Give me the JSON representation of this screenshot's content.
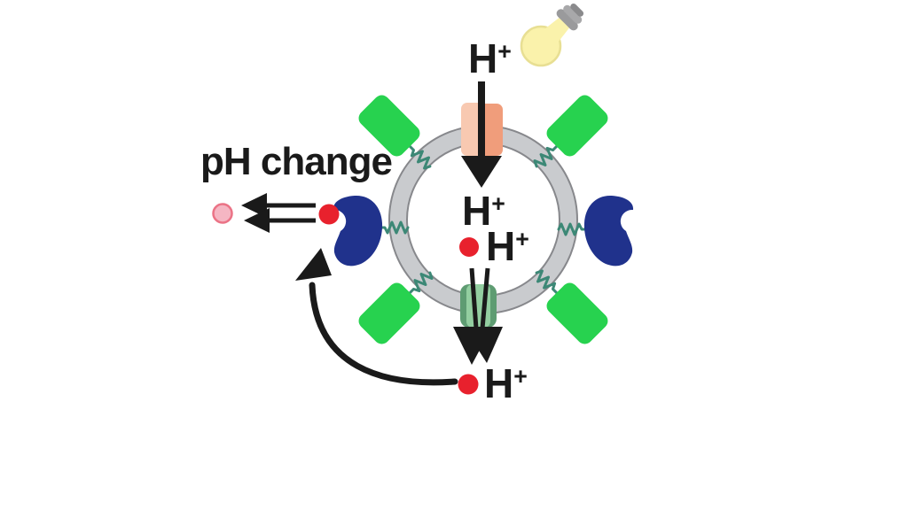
{
  "background": "#ffffff",
  "title": {
    "text": "pH change"
  },
  "labels": {
    "proton_top": {
      "base": "H",
      "sup": "+"
    },
    "proton_inner_top": {
      "base": "H",
      "sup": "+"
    },
    "proton_inner_center": {
      "base": "H",
      "sup": "+"
    },
    "proton_released": {
      "base": "H",
      "sup": "+"
    }
  },
  "icons": {
    "light_bulb": "light-bulb-icon",
    "vesicle_ring": "vesicle-membrane-ring",
    "anchor_spring": "membrane-anchor-spring",
    "green_block": "anchored-green-block",
    "navy_protein": "navy-protein-blob",
    "top_channel": "salmon-membrane-channel",
    "bottom_channel": "green-membrane-channel",
    "red_dot": "proton-red-dot",
    "pink_dot": "faded-pink-dot",
    "down_arrow": "proton-influx-arrow",
    "double_down_arrow": "proton-efflux-double-arrow",
    "left_double_arrow": "reaction-double-arrow",
    "curved_arrow": "feedback-curved-arrow"
  },
  "colors": {
    "black": "#1a1a1a",
    "membrane_fill": "#c9cbce",
    "membrane_outline": "#87888c",
    "cargo_green": "#27d24f",
    "spring_teal": "#3c8876",
    "protein_navy": "#20328c",
    "proton_red": "#e8212d",
    "pink_fill": "#f5b6c3",
    "pink_stroke": "#eb7386",
    "channel_salmon_light": "#f8c9b1",
    "channel_salmon_dark": "#f09d7b",
    "pump_green_light": "#93cea0",
    "pump_green_dark": "#5e9c72",
    "bulb_yellow": "#faf2ab",
    "bulb_yellow_stroke": "#e8df93",
    "bulb_gray_band1": "#9a9a9c",
    "bulb_gray_band2": "#a8a8aa",
    "bulb_gray_cap": "#8a8a8c"
  }
}
